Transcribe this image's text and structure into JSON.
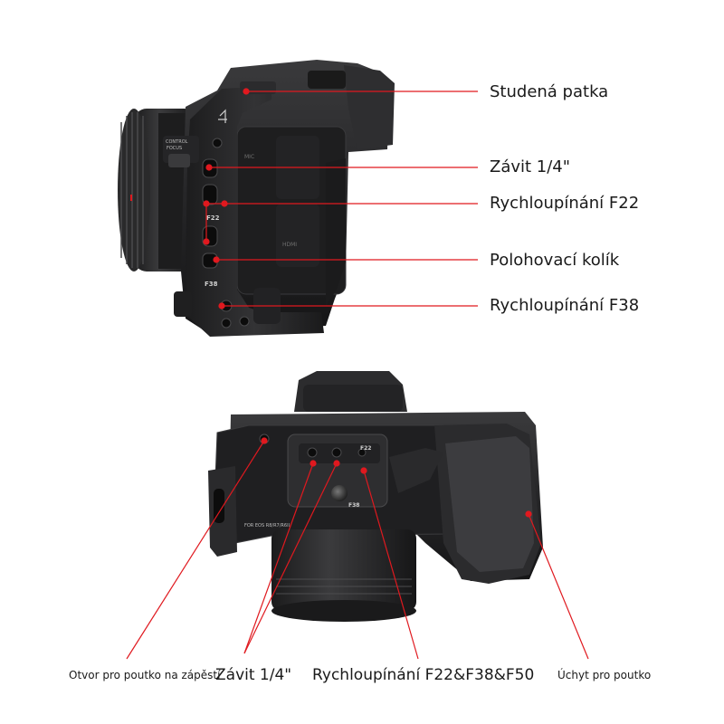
{
  "accent_color": "#e0191f",
  "top_view": {
    "callouts": [
      {
        "id": "cold-shoe",
        "label": "Studená patka"
      },
      {
        "id": "thread-quarter",
        "label": "Závit 1/4\""
      },
      {
        "id": "quick-release-f22",
        "label": "Rychloupínání F22"
      },
      {
        "id": "positioning-pin",
        "label": "Polohovací kolík"
      },
      {
        "id": "quick-release-f38",
        "label": "Rychloupínání F38"
      }
    ],
    "engraved": {
      "f22": "F22",
      "f38": "F38",
      "control": "CONTROL",
      "focus": "FOCUS",
      "mic": "MIC",
      "hdmi": "HDMI"
    }
  },
  "bottom_view": {
    "callouts": [
      {
        "id": "strap-hole",
        "label": "Otvor pro poutko na zápěstí"
      },
      {
        "id": "thread-quarter-bottom",
        "label": "Závit 1/4\""
      },
      {
        "id": "quick-release-multi",
        "label": "Rychloupínání F22&F38&F50"
      },
      {
        "id": "strap-holder",
        "label": "Úchyt pro poutko"
      }
    ],
    "engraved": {
      "f22": "F22",
      "f38": "F38",
      "model": "FOR EOS R8/R7/R6II"
    }
  }
}
